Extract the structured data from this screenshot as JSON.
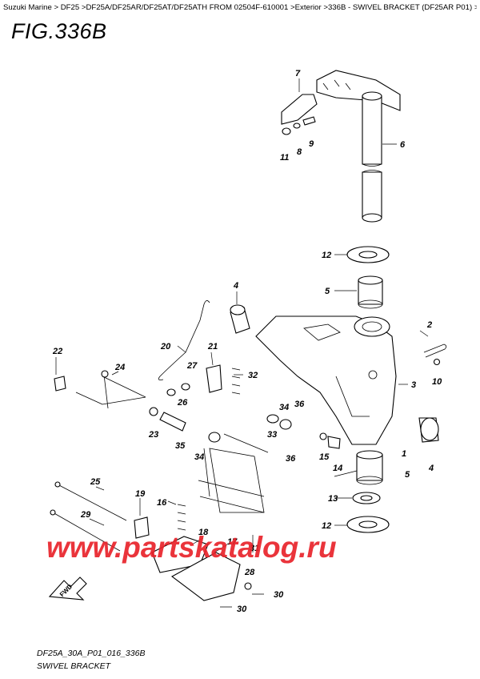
{
  "breadcrumb": "Suzuki Marine > DF25 >DF25A/DF25AR/DF25AT/DF25ATH FROM 02504F-610001 >Exterior >336B - SWIVEL BRACKET (DF25AR P01) >",
  "figure_title": "FIG.336B",
  "watermark": "www.partskatalog.ru",
  "fwd_label": "FWD",
  "footer_code": "DF25A_30A_P01_016_336B",
  "footer_name": "SWIVEL BRACKET",
  "colors": {
    "watermark": "#e8232a",
    "line": "#000000",
    "background": "#ffffff"
  },
  "callouts": [
    "7",
    "11",
    "8",
    "9",
    "6",
    "12",
    "5",
    "4",
    "2",
    "10",
    "20",
    "21",
    "27",
    "32",
    "22",
    "24",
    "3",
    "36",
    "25",
    "34",
    "33",
    "23",
    "26",
    "35",
    "34",
    "15",
    "14",
    "1",
    "4",
    "36",
    "5",
    "13",
    "19",
    "16",
    "18",
    "29",
    "17",
    "31",
    "12",
    "28",
    "30",
    "30"
  ]
}
